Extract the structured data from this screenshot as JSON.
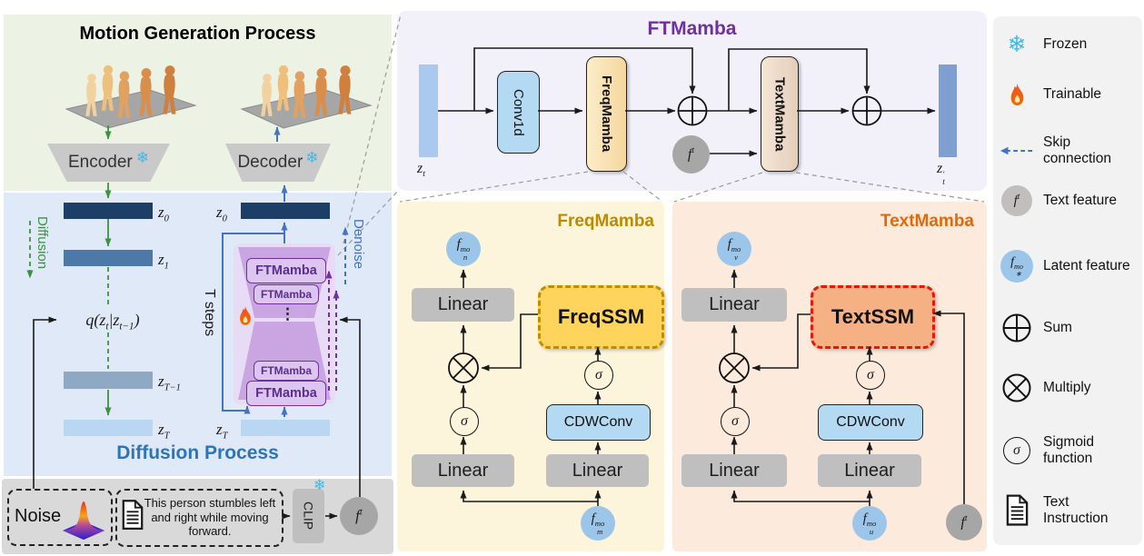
{
  "colors": {
    "purple_accent": "#7030a0",
    "blue_accent": "#4472c4",
    "green_accent": "#3e9142",
    "gold_accent": "#bf8f00",
    "orange_accent": "#e2690b",
    "red_dashed_border": "#e8160c",
    "motion_panel_bg": "#ecf2e4",
    "diffusion_panel_bg": "#dfe9f7",
    "prompt_panel_bg": "#d9d9d9",
    "ftmamba_panel_bg": "#f2f0f9",
    "freqmamba_panel_bg": "#fcf5dc",
    "textmamba_panel_bg": "#fcebdd",
    "legend_panel_bg": "#f2f2f2",
    "diffusion_title_color": "#2e75b6",
    "freqssm_fill": "#fed45c",
    "textssm_fill": "#f5b183"
  },
  "icons": {
    "snowflake": "❄"
  },
  "motion": {
    "title": "Motion Generation Process",
    "encoder": "Encoder",
    "decoder": "Decoder"
  },
  "diffusion": {
    "title": "Diffusion Process",
    "diffusion_label": "Diffusion",
    "denoise_label": "Denoise",
    "t_steps": "T steps",
    "dots": "⋮",
    "z0_left": {
      "b": "z",
      "sub": "0"
    },
    "z1": {
      "b": "z",
      "sub": "1"
    },
    "zT1": {
      "b": "z",
      "sub": "T−1"
    },
    "zT_left": {
      "b": "z",
      "sub": "T"
    },
    "z0_right": {
      "b": "z",
      "sub": "0"
    },
    "zT_right": {
      "b": "z",
      "sub": "T"
    },
    "q": {
      "p1": "q(z",
      "s1": "t",
      "p2": "|z",
      "s2": "t−1",
      "p3": ")"
    },
    "blocks": [
      "FTMamba",
      "FTMamba",
      "FTMamba",
      "FTMamba"
    ]
  },
  "prompt": {
    "noise": "Noise",
    "instruction": "This person stumbles left and right while moving forward.",
    "clip": "CLIP",
    "ft": {
      "b": "f",
      "sup": "t"
    }
  },
  "ftmamba": {
    "title": "FTMamba",
    "zt": {
      "b": "z",
      "sub": "t"
    },
    "conv1d": "Conv1d",
    "freq": "FreqMamba",
    "text": "TextMamba",
    "ft": {
      "b": "f",
      "sup": "t"
    },
    "zt_out": {
      "b": "z",
      "sup": "′",
      "sub": "t"
    }
  },
  "freq": {
    "title": "FreqMamba",
    "f_out": {
      "b": "f",
      "sup": "mo",
      "sub": "n"
    },
    "linear": "Linear",
    "ssm": "FreqSSM",
    "sigma": "σ",
    "cdw": "CDWConv",
    "f_in": {
      "b": "f",
      "sup": "mo",
      "sub": "m"
    }
  },
  "text": {
    "title": "TextMamba",
    "f_out": {
      "b": "f",
      "sup": "mo",
      "sub": "v"
    },
    "linear": "Linear",
    "ssm": "TextSSM",
    "sigma": "σ",
    "cdw": "CDWConv",
    "f_in": {
      "b": "f",
      "sup": "mo",
      "sub": "u"
    },
    "ft": {
      "b": "f",
      "sup": "t"
    }
  },
  "legend": {
    "items": [
      {
        "icon": "snowflake-icon",
        "label": "Frozen"
      },
      {
        "icon": "flame-icon",
        "label": "Trainable"
      },
      {
        "icon": "skip-connection-arrow-icon",
        "label": "Skip connection"
      },
      {
        "icon": "text-feature-circle-icon",
        "label": "Text feature"
      },
      {
        "icon": "latent-feature-circle-icon",
        "label": "Latent feature"
      },
      {
        "icon": "sum-icon",
        "label": "Sum"
      },
      {
        "icon": "multiply-icon",
        "label": "Multiply"
      },
      {
        "icon": "sigmoid-icon",
        "label": "Sigmoid function"
      },
      {
        "icon": "text-instruction-icon",
        "label": "Text Instruction"
      }
    ],
    "ft": {
      "b": "f",
      "sup": "t"
    },
    "f_latent": {
      "b": "f",
      "sup": "mo",
      "sub": "∗"
    },
    "sigma": "σ"
  }
}
